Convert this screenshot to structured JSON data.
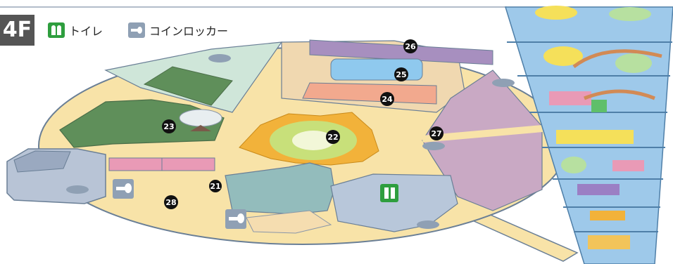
{
  "floor": {
    "label": "4F"
  },
  "legend": {
    "toilet": {
      "label": "トイレ",
      "icon": "toilet-icon"
    },
    "locker": {
      "label": "コインロッカー",
      "icon": "coin-locker-icon"
    }
  },
  "markers": {
    "m21": "21",
    "m22": "22",
    "m23": "23",
    "m24": "24",
    "m25": "25",
    "m26": "26",
    "m27": "27",
    "m28": "28"
  },
  "colors": {
    "floor": "#f8e3a8",
    "outline": "#6a7f96",
    "teal_zone": "#cfe6d9",
    "green_zone": "#5f8f5a",
    "purple_zone": "#c9a9c4",
    "blue_zone": "#b8c7da",
    "salmon": "#f2a98e",
    "sky": "#8fc9ee",
    "lavender": "#a78fbf",
    "tower": "#9ec9ea",
    "toilet_green": "#2e9e3e",
    "locker_gray": "#8fa0b4"
  }
}
